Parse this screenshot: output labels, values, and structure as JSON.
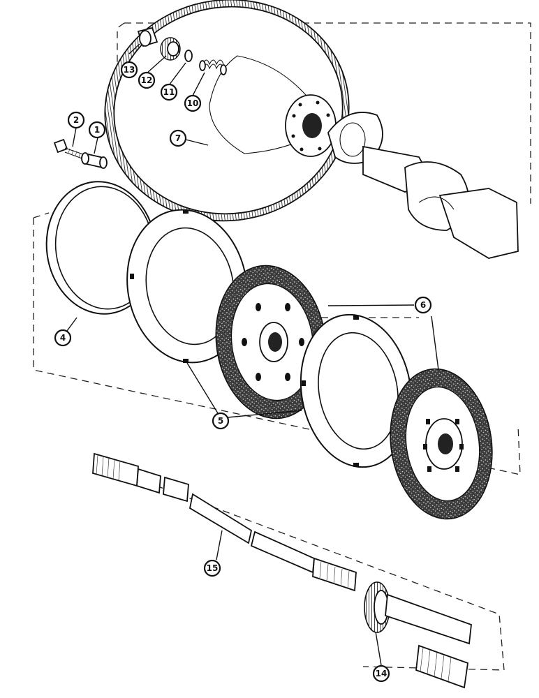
{
  "callouts": [
    {
      "id": "c1",
      "label": "1"
    },
    {
      "id": "c2",
      "label": "2"
    },
    {
      "id": "c4",
      "label": "4"
    },
    {
      "id": "c5",
      "label": "5"
    },
    {
      "id": "c6",
      "label": "6"
    },
    {
      "id": "c7",
      "label": "7"
    },
    {
      "id": "c10",
      "label": "10"
    },
    {
      "id": "c11",
      "label": "11"
    },
    {
      "id": "c12",
      "label": "12"
    },
    {
      "id": "c13",
      "label": "13"
    },
    {
      "id": "c14",
      "label": "14"
    },
    {
      "id": "c15",
      "label": "15"
    }
  ],
  "colors": {
    "line": "#111111",
    "background": "#ffffff",
    "friction": "#555555"
  }
}
